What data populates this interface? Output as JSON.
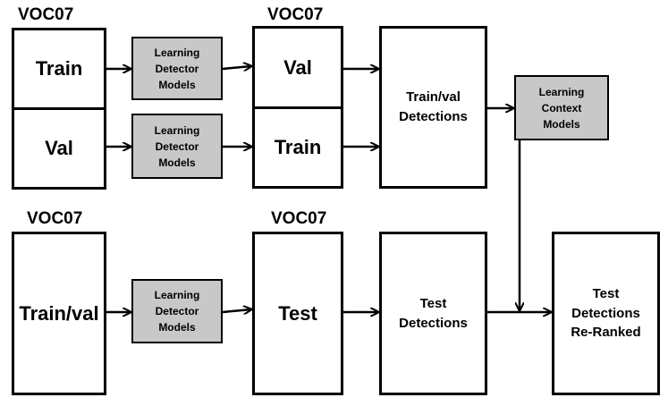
{
  "labels": {
    "voc07_a": "VOC07",
    "voc07_b": "VOC07",
    "voc07_c": "VOC07",
    "voc07_d": "VOC07"
  },
  "boxes": {
    "train_top": "Train",
    "val_left": "Val",
    "ldm_1": "Learning\nDetector\nModels",
    "ldm_2": "Learning\nDetector\nModels",
    "val_mid": "Val",
    "train_mid": "Train",
    "trainval_det": "Train/val\nDetections",
    "lcm": "Learning\nContext\nModels",
    "trainval_bottom": "Train/val",
    "ldm_3": "Learning\nDetector\nModels",
    "test": "Test",
    "test_det": "Test\nDetections",
    "test_rerank": "Test\nDetections\nRe-Ranked"
  }
}
